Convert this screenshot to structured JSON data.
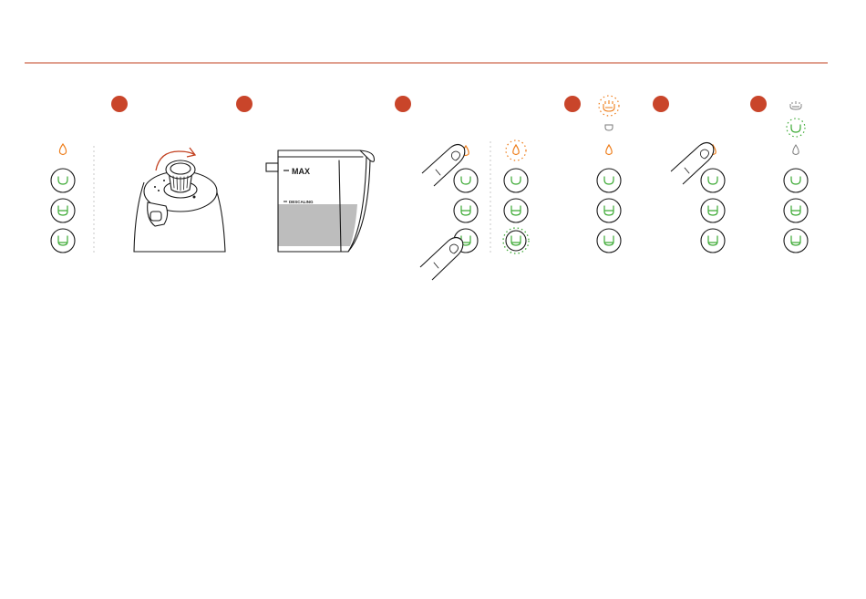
{
  "colors": {
    "rule": "#c2401f",
    "step_dot": "#c9452a",
    "green": "#3daa35",
    "orange": "#ee7d1a",
    "grey": "#7a7a7a",
    "divider": "#c8c8c8",
    "water": "#bdbdbd"
  },
  "steps": [
    {
      "id": "step-1"
    },
    {
      "id": "step-2"
    },
    {
      "id": "step-3"
    },
    {
      "id": "step-4"
    },
    {
      "id": "step-5"
    },
    {
      "id": "step-6"
    }
  ],
  "tank": {
    "max_label": "MAX",
    "descaling_label": "DESCALING"
  },
  "icons": {
    "water": "water-drop-icon",
    "descale": "descaling-icon",
    "cup_small": "espresso-cup-icon",
    "cup_medium": "lungo-cup-icon",
    "cup_large": "large-cup-icon",
    "hand": "finger-press-icon",
    "arrow": "rotate-arrow-icon"
  }
}
